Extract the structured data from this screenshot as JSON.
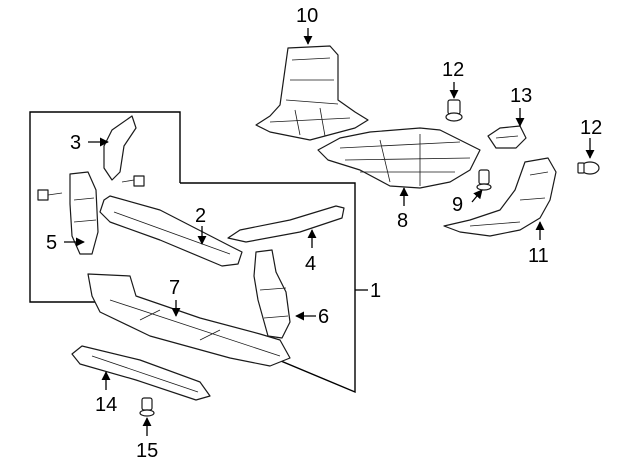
{
  "callouts": {
    "c1": "1",
    "c2": "2",
    "c3": "3",
    "c4": "4",
    "c5": "5",
    "c6": "6",
    "c7": "7",
    "c8": "8",
    "c9": "9",
    "c10": "10",
    "c11": "11",
    "c12a": "12",
    "c12b": "12",
    "c13": "13",
    "c14": "14",
    "c15": "15"
  },
  "colors": {
    "line": "#1a1a1a",
    "background": "#ffffff"
  }
}
